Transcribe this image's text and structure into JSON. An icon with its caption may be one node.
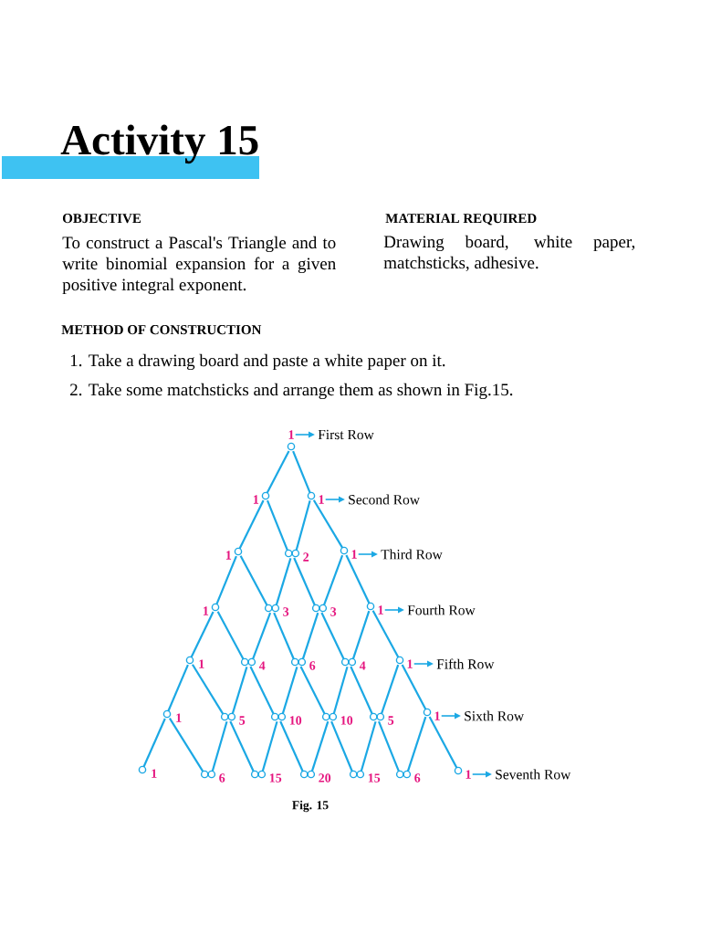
{
  "diagram": {
    "title": "Activity 15",
    "caption": "Fig. 15",
    "nodes": [
      {
        "text": [
          "1"
        ]
      },
      {
        "text": [
          "First Row"
        ]
      },
      {
        "text": [
          "1"
        ]
      },
      {
        "text": [
          "Second Row"
        ]
      },
      {
        "text": [
          "1"
        ]
      },
      {
        "text": [
          "Third Row"
        ]
      },
      {
        "text": [
          "1"
        ]
      },
      {
        "text": [
          "Fourth Row"
        ]
      },
      {
        "text": [
          "1"
        ]
      },
      {
        "text": [
          "Fifth Row"
        ]
      },
      {
        "text": [
          "1"
        ]
      },
      {
        "text": [
          "Sixth Row"
        ]
      },
      {
        "text": [
          "1"
        ]
      },
      {
        "text": [
          "Seventh Row"
        ]
      }
    ],
    "edges": [
      {
        "from": 0,
        "to": 1,
        "arrow": "to"
      },
      {
        "from": 2,
        "to": 3,
        "arrow": "to"
      },
      {
        "from": 4,
        "to": 5,
        "arrow": "to"
      },
      {
        "from": 6,
        "to": 7,
        "arrow": "to"
      },
      {
        "from": 8,
        "to": 9,
        "arrow": "to"
      },
      {
        "from": 10,
        "to": 11,
        "arrow": "to"
      },
      {
        "from": 12,
        "to": 13,
        "arrow": "to"
      }
    ],
    "labels": [
      "OBJECTIVE",
      "To construct a Pascal's Triangle and to write binomial expansion for a given positive integral exponent.",
      "MATERIAL REQUIRED",
      "Drawing board, white paper, matchsticks, adhesive.",
      "METHOD OF CONSTRUCTION",
      "1. Take a drawing board and paste a white paper on it.",
      "2. Take some matchsticks and arrange them as shown in Fig.15.",
      "1",
      "1",
      "2",
      "1",
      "3",
      "3",
      "1",
      "4",
      "6",
      "4",
      "1",
      "5",
      "10",
      "10",
      "5",
      "1",
      "6",
      "15",
      "20",
      "15",
      "6"
    ]
  }
}
